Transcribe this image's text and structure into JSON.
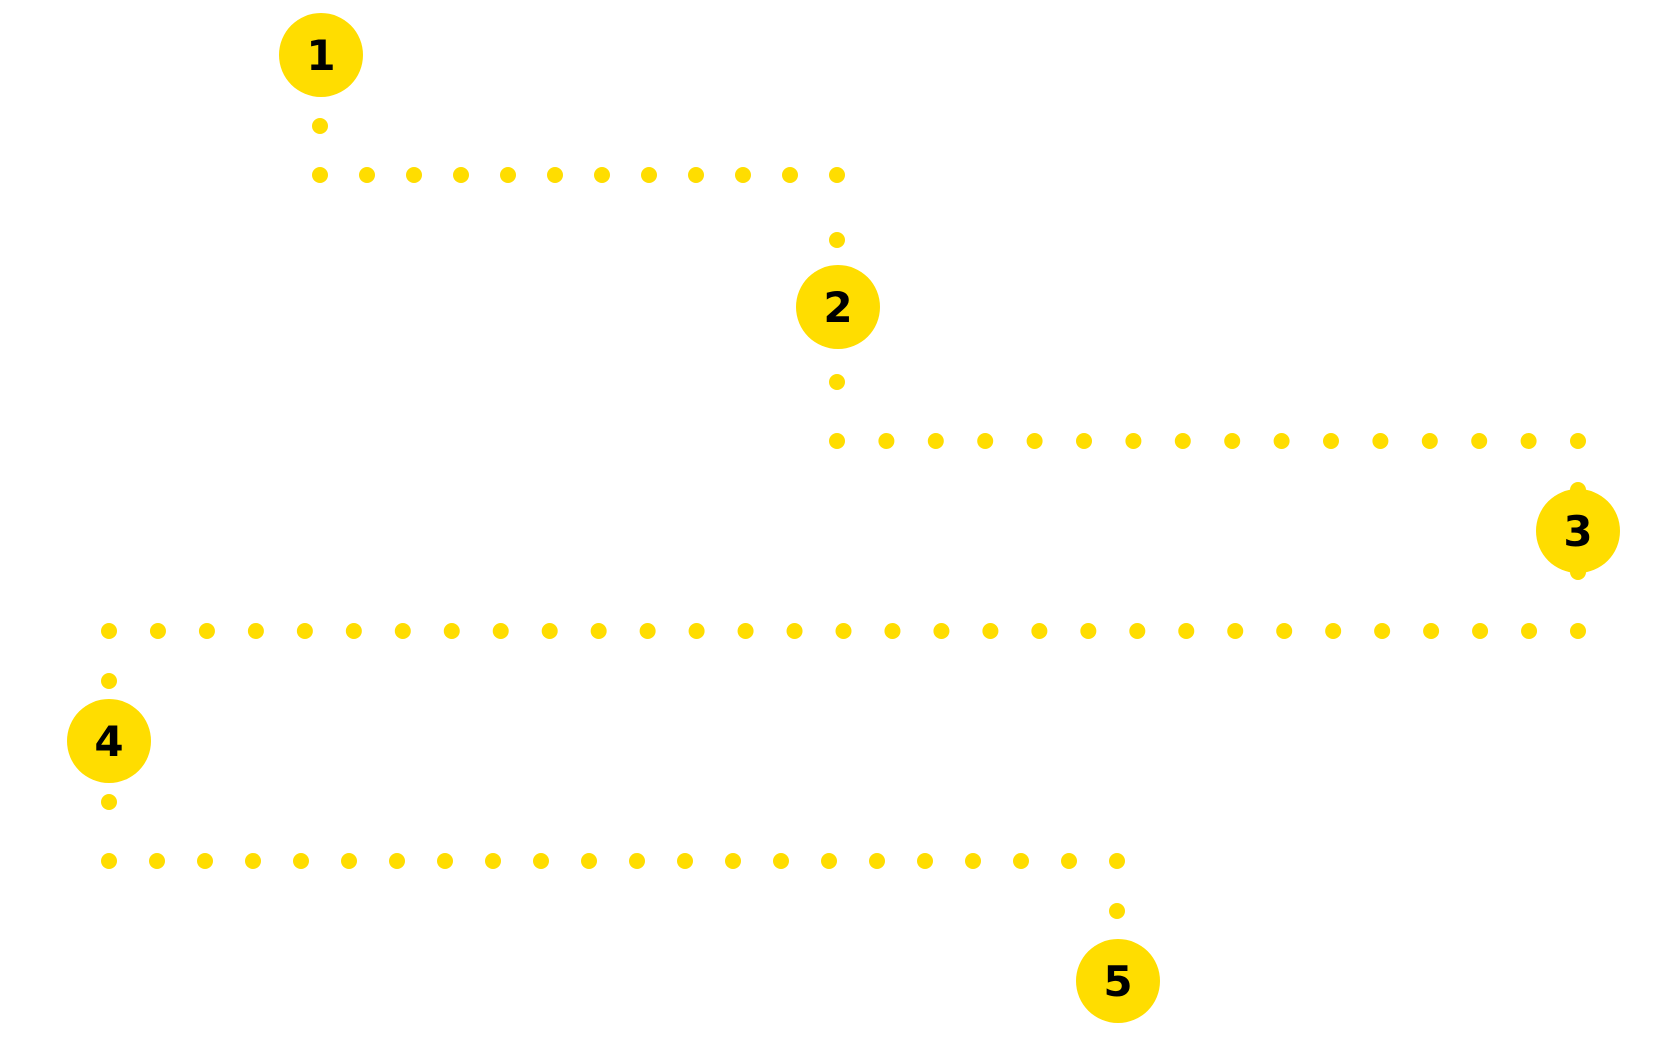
{
  "colors": {
    "accent": "#FFDD00",
    "label": "#000000",
    "background": "#FFFFFF"
  },
  "steps": [
    {
      "label": "1"
    },
    {
      "label": "2"
    },
    {
      "label": "3"
    },
    {
      "label": "4"
    },
    {
      "label": "5"
    }
  ]
}
